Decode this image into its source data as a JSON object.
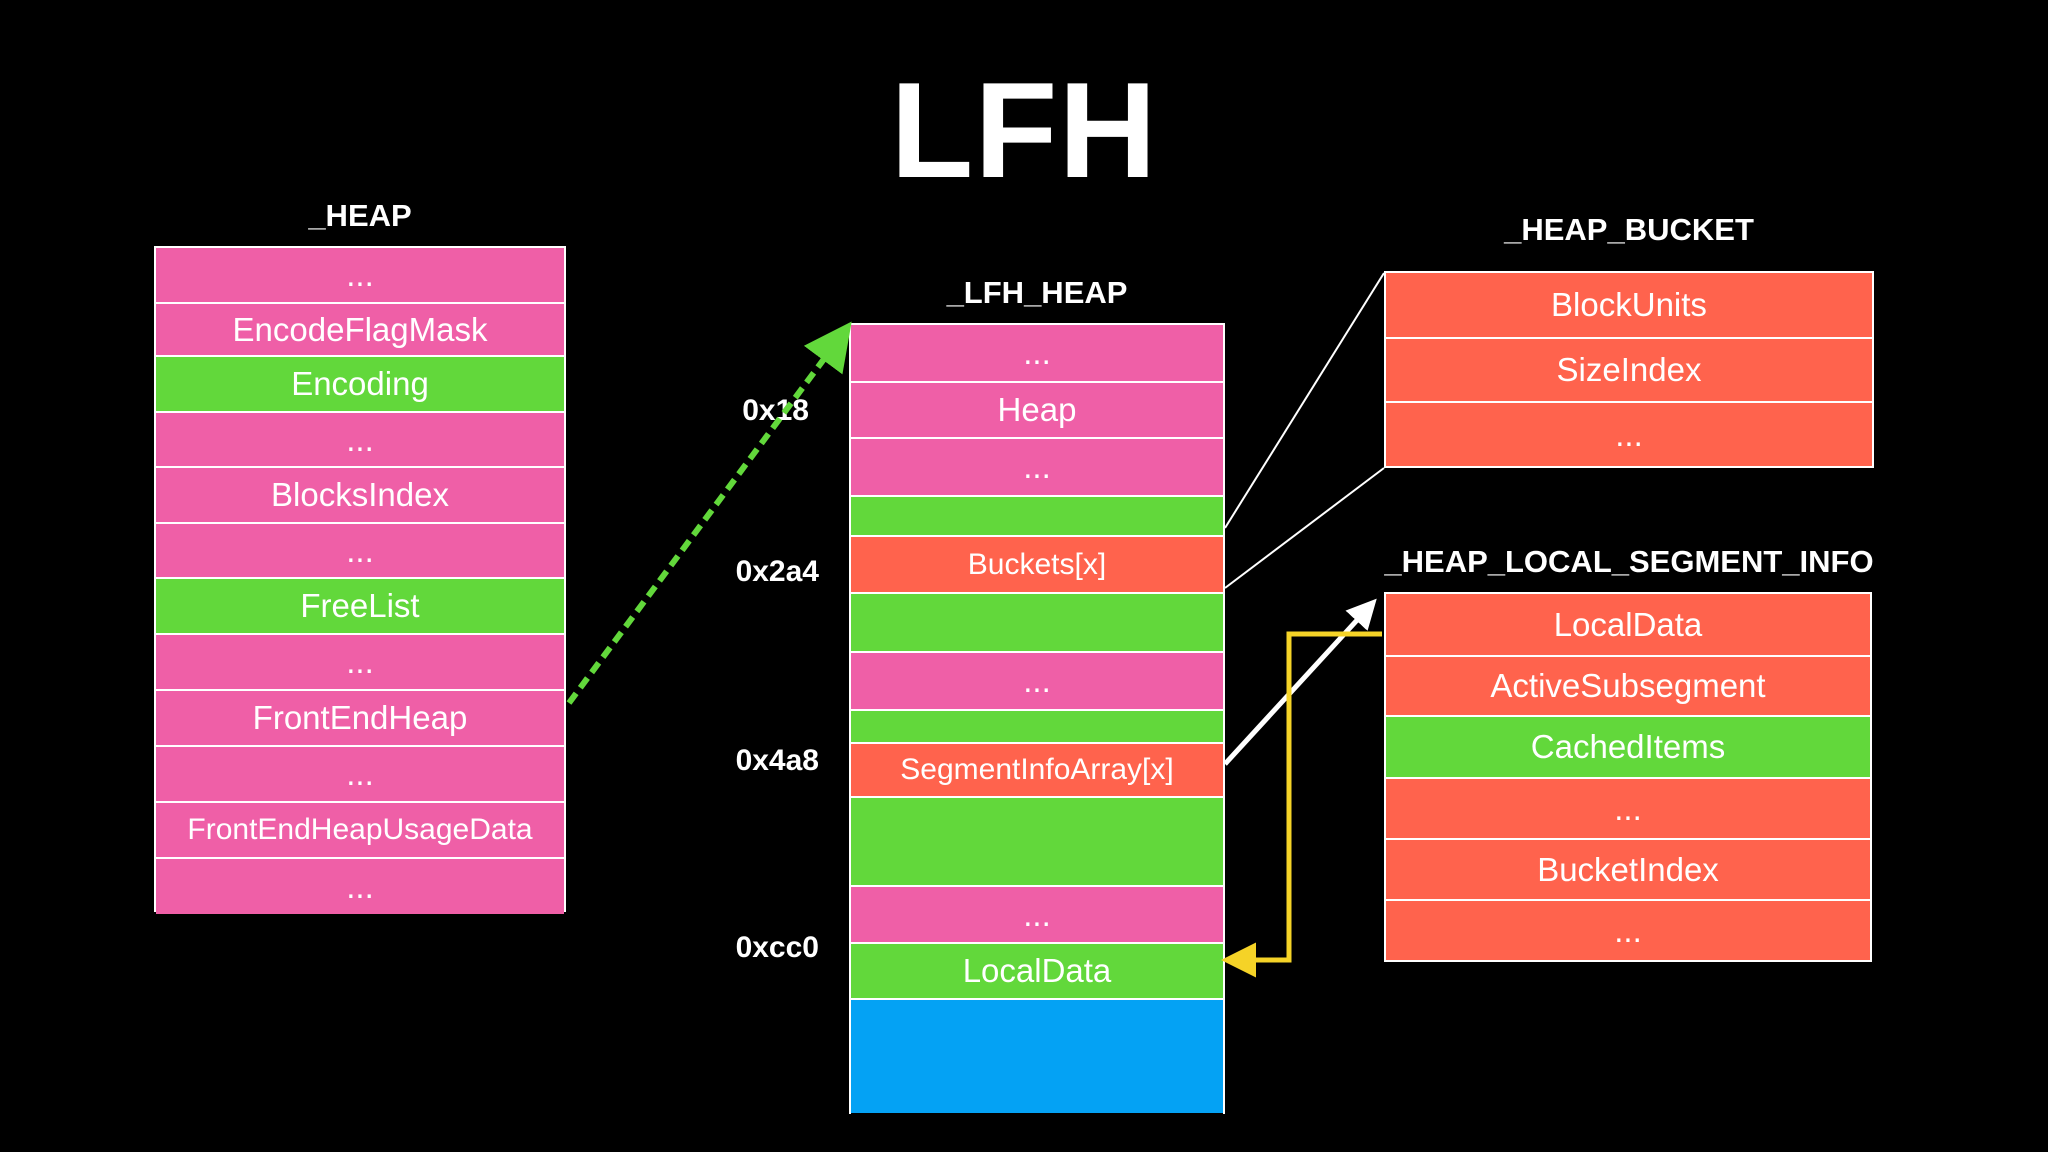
{
  "title": "LFH",
  "heap": {
    "label": "_HEAP",
    "fields": [
      {
        "text": "...",
        "color": "pink"
      },
      {
        "text": "EncodeFlagMask",
        "color": "pink"
      },
      {
        "text": "Encoding",
        "color": "green"
      },
      {
        "text": "...",
        "color": "pink"
      },
      {
        "text": "BlocksIndex",
        "color": "pink"
      },
      {
        "text": "...",
        "color": "pink"
      },
      {
        "text": "FreeList",
        "color": "green"
      },
      {
        "text": "...",
        "color": "pink"
      },
      {
        "text": "FrontEndHeap",
        "color": "pink"
      },
      {
        "text": "...",
        "color": "pink"
      },
      {
        "text": "FrontEndHeapUsageData",
        "color": "pink"
      },
      {
        "text": "...",
        "color": "pink"
      }
    ]
  },
  "lfh_heap": {
    "label": "_LFH_HEAP",
    "fields": [
      {
        "text": "...",
        "color": "pink"
      },
      {
        "text": "Heap",
        "color": "pink"
      },
      {
        "text": "...",
        "color": "pink"
      },
      {
        "text": "",
        "color": "green"
      },
      {
        "text": "Buckets[x]",
        "color": "red"
      },
      {
        "text": "",
        "color": "green"
      },
      {
        "text": "...",
        "color": "pink"
      },
      {
        "text": "",
        "color": "green"
      },
      {
        "text": "SegmentInfoArray[x]",
        "color": "red"
      },
      {
        "text": "",
        "color": "green"
      },
      {
        "text": "...",
        "color": "pink"
      },
      {
        "text": "LocalData",
        "color": "green"
      },
      {
        "text": "",
        "color": "blue"
      }
    ],
    "offsets": [
      "0x18",
      "0x2a4",
      "0x4a8",
      "0xcc0"
    ]
  },
  "heap_bucket": {
    "label": "_HEAP_BUCKET",
    "fields": [
      {
        "text": "BlockUnits",
        "color": "red"
      },
      {
        "text": "SizeIndex",
        "color": "red"
      },
      {
        "text": "...",
        "color": "red"
      }
    ]
  },
  "segment_info": {
    "label": "_HEAP_LOCAL_SEGMENT_INFO",
    "fields": [
      {
        "text": "LocalData",
        "color": "red"
      },
      {
        "text": "ActiveSubsegment",
        "color": "red"
      },
      {
        "text": "CachedItems",
        "color": "green"
      },
      {
        "text": "...",
        "color": "red"
      },
      {
        "text": "BucketIndex",
        "color": "red"
      },
      {
        "text": "...",
        "color": "red"
      }
    ]
  },
  "colors": {
    "pink": "#ef5fa7",
    "green": "#62d83b",
    "red": "#ff634d",
    "blue": "#04a2f4",
    "arrow_green": "#62d83b",
    "arrow_yellow": "#f5d327",
    "line_white": "#ffffff"
  }
}
